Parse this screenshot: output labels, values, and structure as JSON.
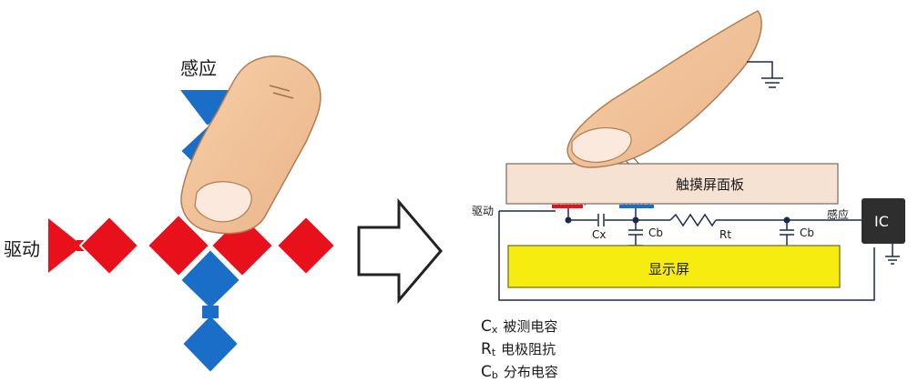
{
  "left": {
    "sense_label": "感应",
    "drive_label": "驱动"
  },
  "right": {
    "panel_label": "触摸屏面板",
    "display_label": "显示屏",
    "drive_label": "驱动",
    "sense_label": "感应",
    "ic_label": "IC",
    "cx_label": "Cx",
    "cb1_label": "Cb",
    "rt_label": "Rt",
    "cb2_label": "Cb"
  },
  "legend": [
    {
      "symbol": "C",
      "sub": "x",
      "text": "被测电容"
    },
    {
      "symbol": "R",
      "sub": "t",
      "text": "电极阻抗"
    },
    {
      "symbol": "C",
      "sub": "b",
      "text": "分布电容"
    }
  ],
  "colors": {
    "drive_electrode": "#e8101a",
    "sense_electrode": "#1a6ec8",
    "finger_skin": "#f2c297",
    "panel_fill": "#f6e2d2",
    "display_fill": "#f7ec10",
    "ic_fill": "#2e2e2e"
  },
  "icons": [
    "arrow-right-icon",
    "finger-icon",
    "ground-icon",
    "resistor-icon",
    "capacitor-icon"
  ]
}
